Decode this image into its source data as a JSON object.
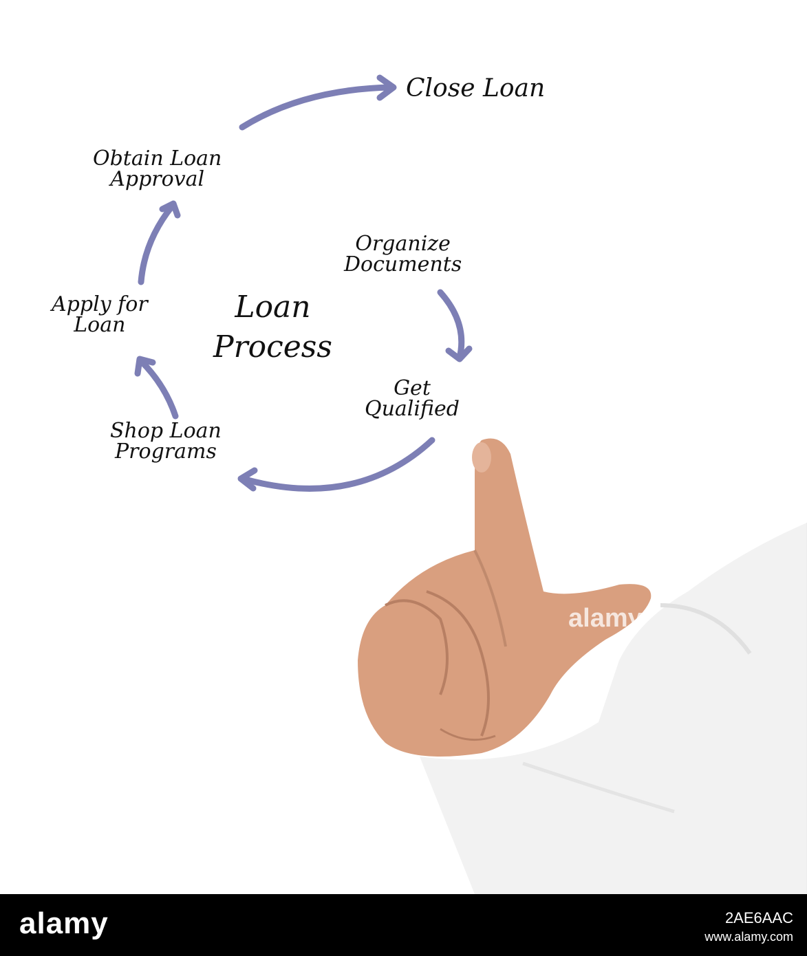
{
  "diagram": {
    "title_line1": "Loan",
    "title_line2": "Process",
    "steps": [
      {
        "line1": "Organize",
        "line2": "Documents"
      },
      {
        "line1": "Get",
        "line2": "Qualified"
      },
      {
        "line1": "Shop Loan",
        "line2": "Programs"
      },
      {
        "line1": "Apply for",
        "line2": "Loan"
      },
      {
        "line1": "Obtain Loan",
        "line2": "Approval"
      },
      {
        "line1": "Close Loan",
        "line2": ""
      }
    ],
    "arrow_color": "#7d7fb5"
  },
  "watermark": {
    "brand": "alamy",
    "image_code": "2AE6AAC",
    "url": "www.alamy.com"
  }
}
